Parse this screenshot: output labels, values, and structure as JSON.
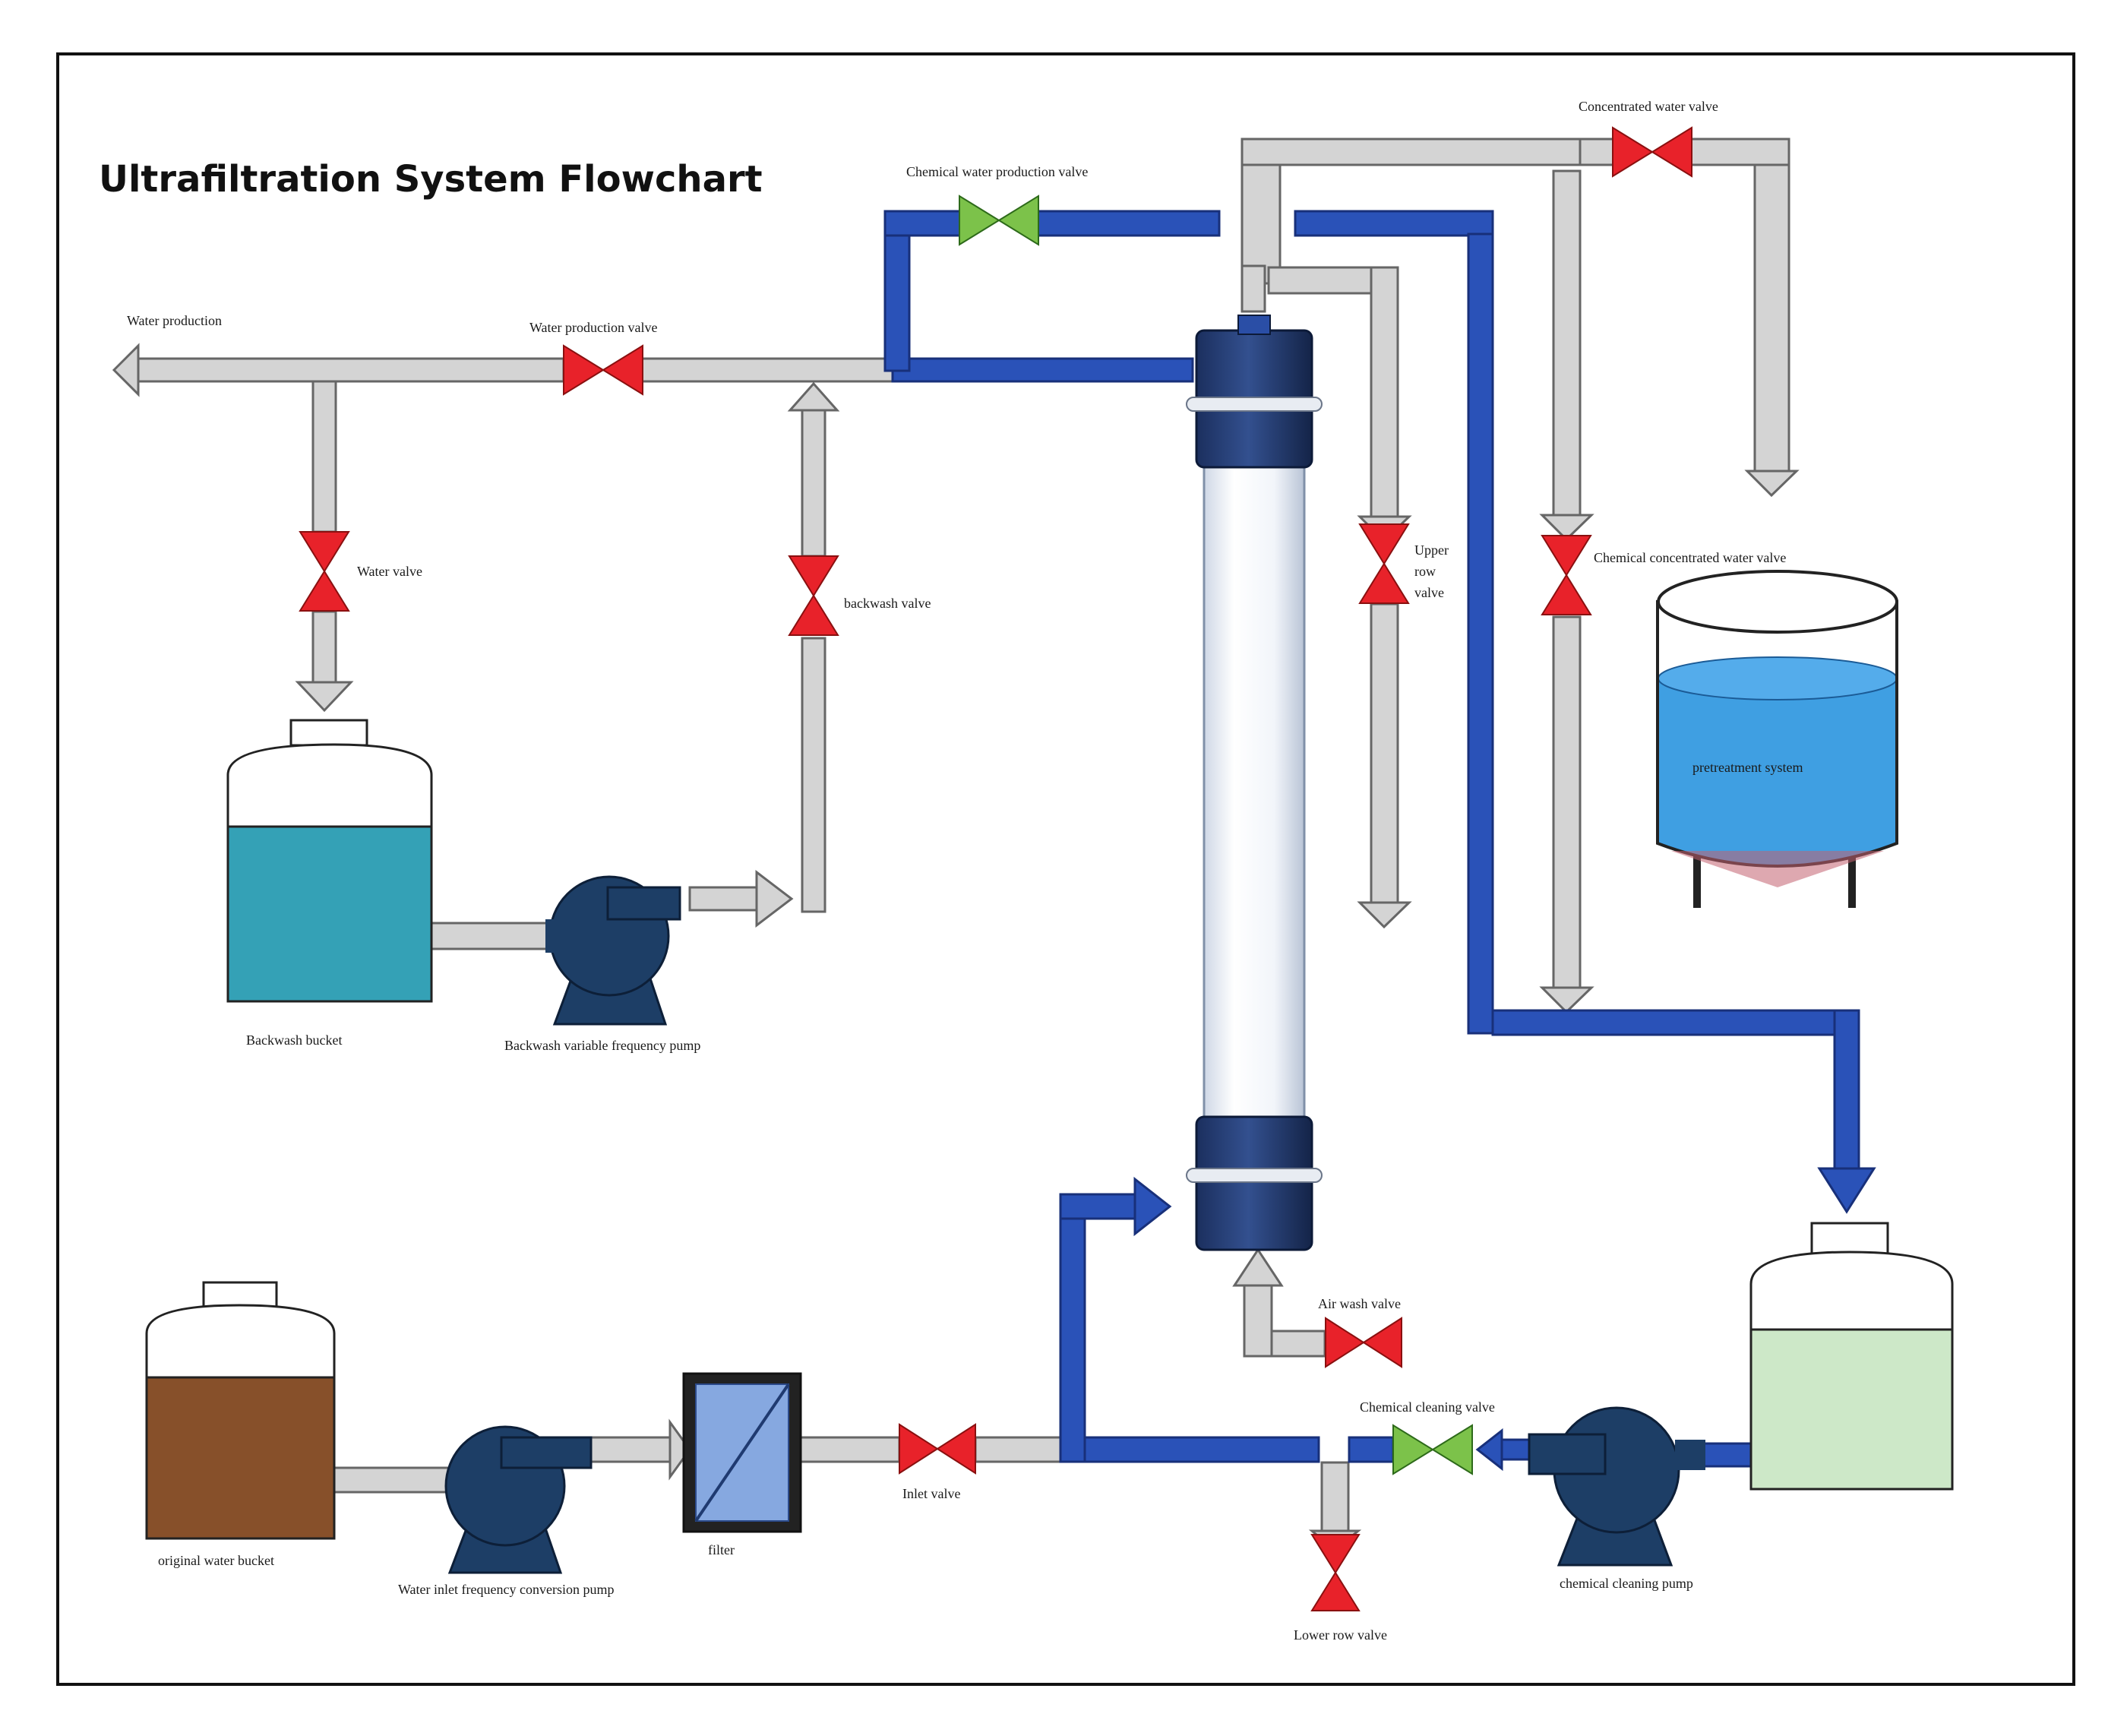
{
  "title": "Ultrafiltration System Flowchart",
  "labels": {
    "water_production": "Water production",
    "water_production_valve": "Water production valve",
    "chemical_water_production_valve": "Chemical water production valve",
    "concentrated_water_valve": "Concentrated water valve",
    "water_valve": "Water valve",
    "backwash_valve": "backwash valve",
    "upper_row_valve": [
      "Upper",
      "row",
      "valve"
    ],
    "chemical_concentrated_water_valve": "Chemical concentrated water valve",
    "pretreatment_system": "pretreatment system",
    "backwash_bucket": "Backwash bucket",
    "backwash_pump": "Backwash variable frequency pump",
    "air_wash_valve": "Air wash valve",
    "chemical_cleaning_valve": "Chemical cleaning valve",
    "original_water_bucket": "original water bucket",
    "water_inlet_pump": "Water inlet frequency conversion pump",
    "filter": "filter",
    "inlet_valve": "Inlet valve",
    "lower_row_valve": "Lower row valve",
    "chemical_cleaning_pump": "chemical cleaning pump"
  },
  "colors": {
    "grey_pipe": "#d4d4d4",
    "blue_pipe": "#2a52b8",
    "valve_red": "#e8222a",
    "valve_green": "#7cc24a",
    "pump": "#1d3e66",
    "backwash_water": "#34a1b6",
    "original_water": "#87502a",
    "chemical_solution": "#cde8c8",
    "pretreatment_water": "#3f9fe2",
    "filter_fill": "#86a8e0"
  }
}
